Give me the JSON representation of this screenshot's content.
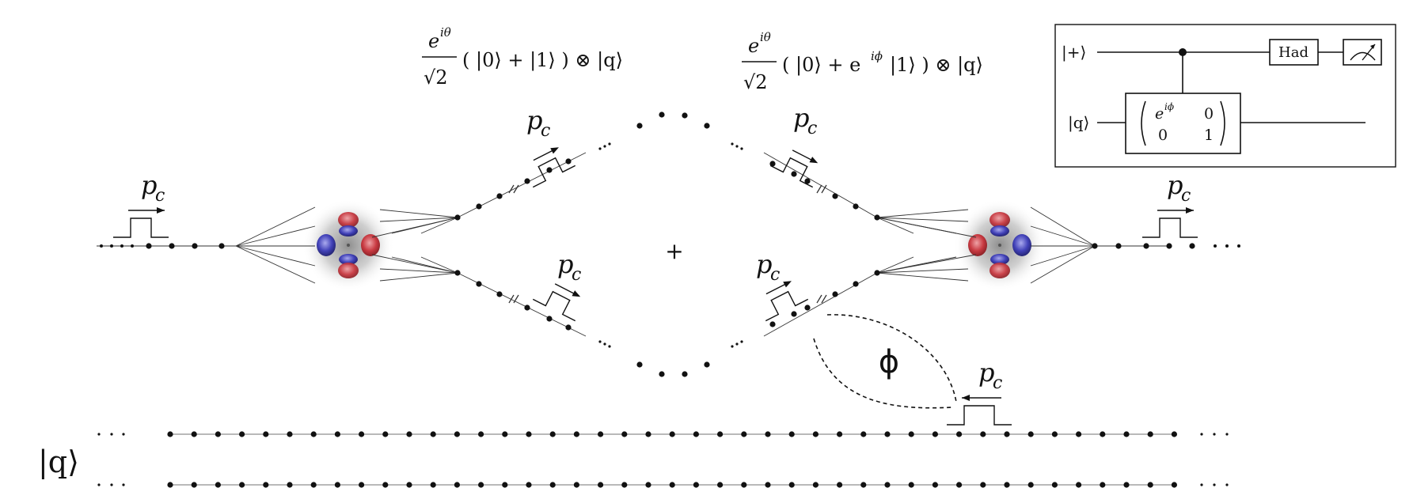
{
  "equations": {
    "left_num": "e",
    "left_num_exp": "iθ",
    "left_den": "√2",
    "left_rest": "( |0⟩ + |1⟩ ) ⊗ |q⟩",
    "right_num": "e",
    "right_num_exp": "iθ",
    "right_den": "√2",
    "right_rest_a": "( |0⟩ + e",
    "right_rest_exp": "iϕ",
    "right_rest_b": " |1⟩ ) ⊗ |q⟩"
  },
  "labels": {
    "pulse": "p",
    "pulse_sub": "c",
    "plus": "+",
    "phi": "ϕ",
    "q_register": "|q⟩",
    "ellipsis": "· · ·"
  },
  "circuit": {
    "input_top": "|+⟩",
    "input_bottom": "|q⟩",
    "had_label": "Had",
    "matrix": {
      "a": "e",
      "a_exp": "iϕ",
      "b": "0",
      "c": "0",
      "d": "1"
    }
  },
  "colors": {
    "orbital_red": "#c8323a",
    "orbital_blue": "#3b3bb8",
    "halo": "#8a8a8a"
  }
}
